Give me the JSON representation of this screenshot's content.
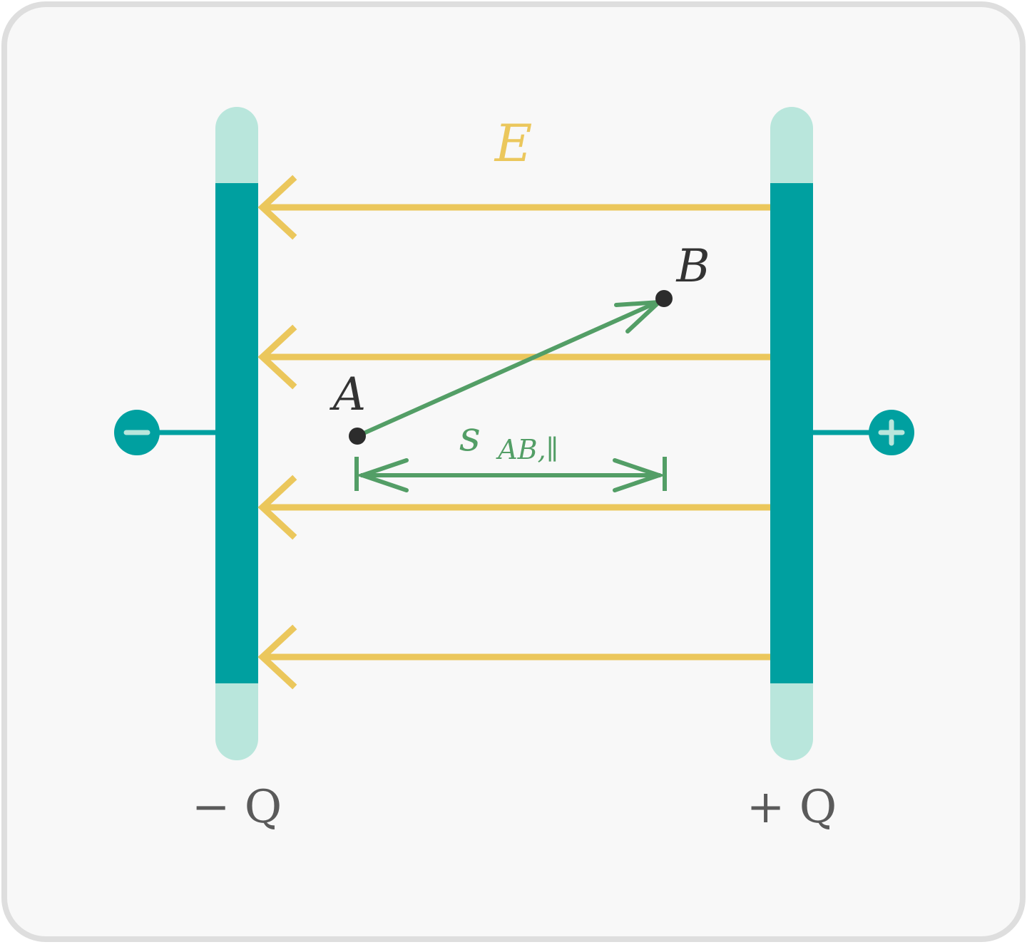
{
  "colors": {
    "background": "#f8f8f8",
    "border": "#dedede",
    "plate_core": "#00a0a0",
    "plate_cap": "#b9e6dc",
    "field": "#ebc75c",
    "displacement": "#539e66",
    "point": "#2c2c2c",
    "text_dark": "#333333",
    "charge_text": "#5a5a5a"
  },
  "labels": {
    "field": "E",
    "point_a": "A",
    "point_b": "B",
    "displacement_main": "s",
    "displacement_sub": "AB,∥",
    "minus_charge": "− Q",
    "plus_charge": "+ Q"
  },
  "icons": {
    "left_terminal": "minus-icon",
    "right_terminal": "plus-icon"
  }
}
